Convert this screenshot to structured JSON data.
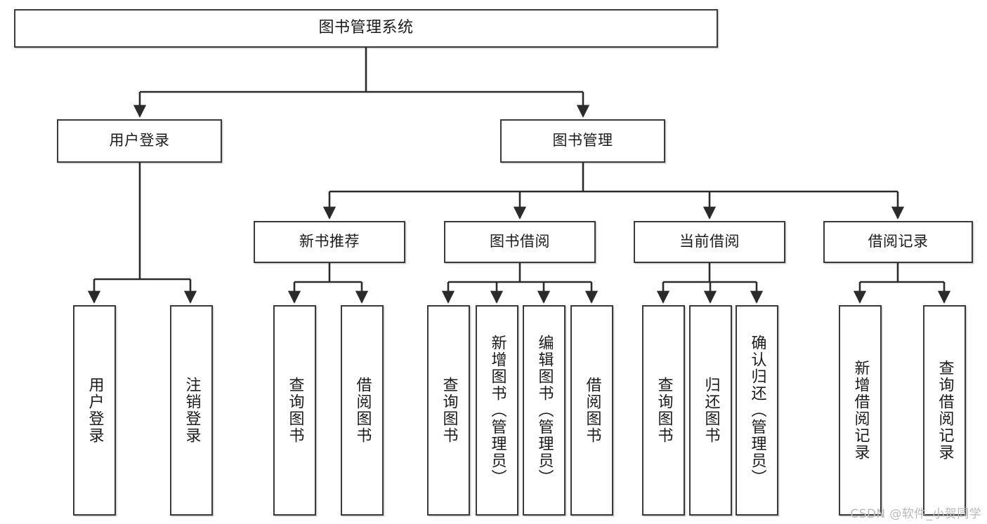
{
  "diagram": {
    "type": "tree",
    "title": "图书管理系统",
    "watermark": "CSDN @软件_小贺同学",
    "colors": {
      "box_border": "#3a3a3a",
      "box_fill": "#ffffff",
      "edge": "#2b2b2b",
      "text": "#1b1b1b",
      "watermark": "#b9b9b9"
    },
    "nodes": {
      "root": {
        "label": "图书管理系统"
      },
      "level2": [
        {
          "label": "用户登录"
        },
        {
          "label": "图书管理"
        }
      ],
      "level3": [
        {
          "label": "新书推荐"
        },
        {
          "label": "图书借阅"
        },
        {
          "label": "当前借阅"
        },
        {
          "label": "借阅记录"
        }
      ],
      "leaves": {
        "user_login": [
          {
            "label": "用户登录"
          },
          {
            "label": "注销登录"
          }
        ],
        "new_book_recommend": [
          {
            "label": "查询图书"
          },
          {
            "label": "借阅图书"
          }
        ],
        "book_borrow": [
          {
            "label": "查询图书"
          },
          {
            "label": "新增图书（管理员）"
          },
          {
            "label": "编辑图书（管理员）"
          },
          {
            "label": "借阅图书"
          }
        ],
        "current_borrow": [
          {
            "label": "查询图书"
          },
          {
            "label": "归还图书"
          },
          {
            "label": "确认归还（管理员）"
          }
        ],
        "borrow_record": [
          {
            "label": "新增借阅记录"
          },
          {
            "label": "查询借阅记录"
          }
        ]
      }
    }
  }
}
